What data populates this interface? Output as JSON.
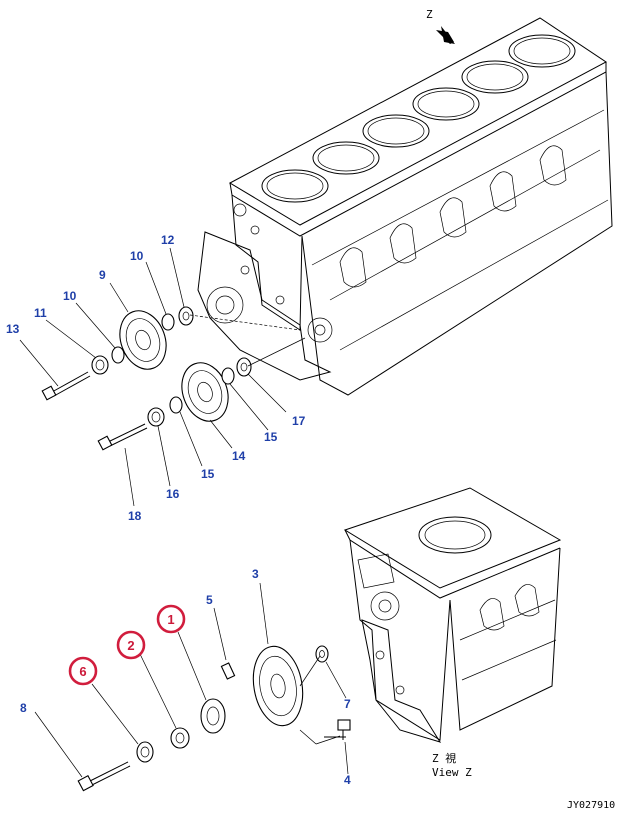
{
  "view_marker": "Z",
  "view_caption_jp": "Z 視",
  "view_caption_en": "View Z",
  "drawing_id": "JY027910",
  "callouts_upper": [
    "12",
    "10",
    "9",
    "10",
    "11",
    "13",
    "17",
    "15",
    "14",
    "15",
    "16",
    "18"
  ],
  "callouts_lower": [
    "3",
    "5",
    "1",
    "2",
    "6",
    "8",
    "7",
    "4"
  ],
  "circled": [
    "1",
    "2",
    "6"
  ],
  "colors": {
    "callout": "#1f3fa8",
    "highlight": "#d11d3d",
    "linework": "#000000"
  }
}
